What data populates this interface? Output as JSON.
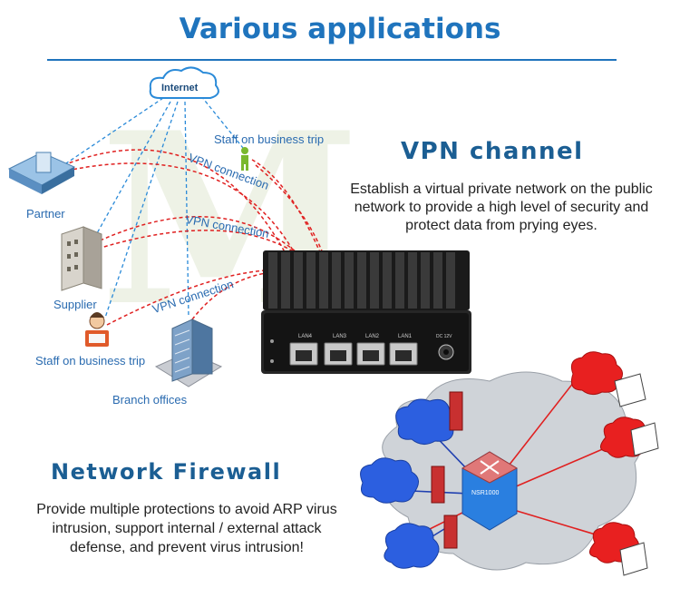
{
  "title": "Various applications",
  "network": {
    "internet": "Internet",
    "partner": "Partner",
    "supplier": "Supplier",
    "staff_trip_top": "Staff on business trip",
    "staff_trip_bottom": "Staff on business trip",
    "branch": "Branch offices",
    "vpn_conn_1": "VPN connection",
    "vpn_conn_2": "VPN connection",
    "vpn_conn_3": "VPN connection"
  },
  "device": {
    "ports": [
      "LAN4",
      "LAN3",
      "LAN2",
      "LAN1"
    ],
    "power_label": "DC 12V"
  },
  "vpn": {
    "heading": "VPN channel",
    "description": "Establish a virtual private network on the public network to provide a high level of security and protect data from prying eyes."
  },
  "firewall": {
    "heading": "Network Firewall",
    "description": "Provide multiple protections to avoid ARP virus intrusion, support internal / external attack defense, and prevent virus intrusion!",
    "router_label": "NSR1000"
  },
  "colors": {
    "title_blue": "#1f74bd",
    "heading_blue": "#1b5e93",
    "vpn_line": "#e02020",
    "link_line": "#2a8ad8",
    "cloud_gray": "#cfd3d8",
    "cloud_blue": "#2c5fe0",
    "cloud_red": "#e82020"
  }
}
